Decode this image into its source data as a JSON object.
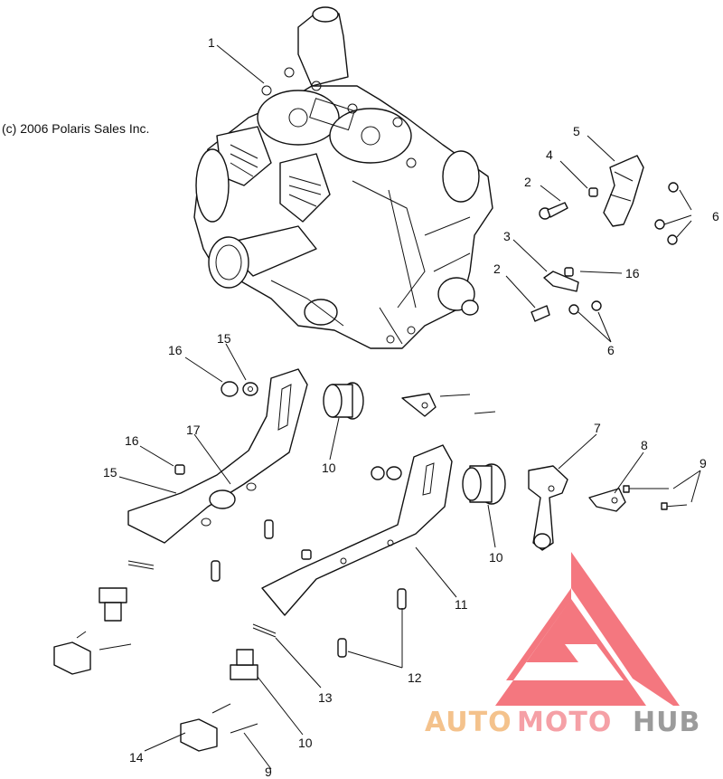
{
  "copyright": "(c) 2006 Polaris Sales Inc.",
  "watermark": {
    "part1": "AUTO",
    "part2": "MOTO",
    "part3": "HUB",
    "color1": "#f4c28c",
    "color2": "#f5a0a6",
    "color3": "#9b9b9b",
    "logo_color": "#f25f68"
  },
  "callouts": [
    {
      "id": "c1",
      "text": "1"
    },
    {
      "id": "c2a",
      "text": "2"
    },
    {
      "id": "c2b",
      "text": "2"
    },
    {
      "id": "c3",
      "text": "3"
    },
    {
      "id": "c4",
      "text": "4"
    },
    {
      "id": "c5",
      "text": "5"
    },
    {
      "id": "c6a",
      "text": "6"
    },
    {
      "id": "c6b",
      "text": "6"
    },
    {
      "id": "c16a",
      "text": "16"
    },
    {
      "id": "c16b",
      "text": "16"
    },
    {
      "id": "c15a",
      "text": "15"
    },
    {
      "id": "c17",
      "text": "17"
    },
    {
      "id": "c16c",
      "text": "16"
    },
    {
      "id": "c15b",
      "text": "15"
    },
    {
      "id": "c10a",
      "text": "10"
    },
    {
      "id": "c7",
      "text": "7"
    },
    {
      "id": "c8",
      "text": "8"
    },
    {
      "id": "c9a",
      "text": "9"
    },
    {
      "id": "c10b",
      "text": "10"
    },
    {
      "id": "c11",
      "text": "11"
    },
    {
      "id": "c12",
      "text": "12"
    },
    {
      "id": "c13",
      "text": "13"
    },
    {
      "id": "c10c",
      "text": "10"
    },
    {
      "id": "c14",
      "text": "14"
    },
    {
      "id": "c9b",
      "text": "9"
    }
  ]
}
